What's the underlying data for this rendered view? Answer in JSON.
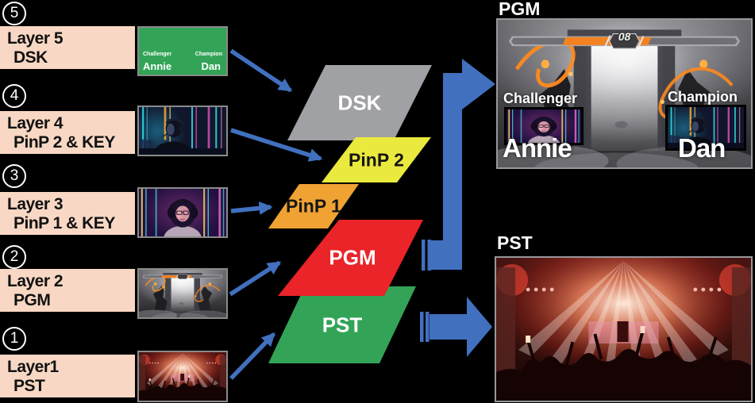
{
  "left_panel": {
    "layers": [
      {
        "number": "5",
        "title": "Layer 5",
        "subtitle": "DSK"
      },
      {
        "number": "4",
        "title": "Layer 4",
        "subtitle": "PinP 2 & KEY"
      },
      {
        "number": "3",
        "title": "Layer 3",
        "subtitle": "PinP 1 & KEY"
      },
      {
        "number": "2",
        "title": "Layer 2",
        "subtitle": "PGM"
      },
      {
        "number": "1",
        "title": "Layer1",
        "subtitle": "PST"
      }
    ]
  },
  "planes": {
    "dsk": "DSK",
    "pinp2": "PinP 2",
    "pinp1": "PinP 1",
    "pgm": "PGM",
    "pst": "PST"
  },
  "outputs": {
    "pgm_title": "PGM",
    "pst_title": "PST"
  },
  "dsk_source": {
    "label_left": "Challenger",
    "label_right": "Champion",
    "name_left": "Annie",
    "name_right": "Dan"
  },
  "pgm_overlay": {
    "label_left": "Challenger",
    "label_right": "Champion",
    "name_left": "Annie",
    "name_right": "Dan",
    "timer": "08"
  },
  "colors": {
    "arrow_blue": "#4170bf",
    "layer_box_peach": "#f8d8c4",
    "dsk_gray": "#a0a1a5",
    "pinp2_yellow": "#eae93e",
    "pinp1_orange": "#f0a233",
    "pgm_red": "#ea2429",
    "pst_green": "#33a457"
  }
}
